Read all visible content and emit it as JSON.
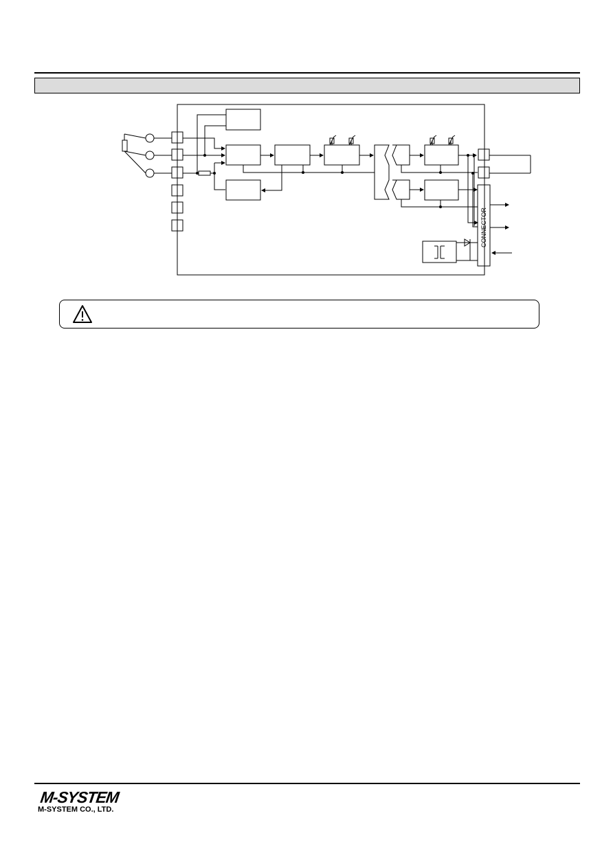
{
  "diagram": {
    "connector_label": "CONNECTOR"
  },
  "footer": {
    "logo_mark": "M-SYSTEM",
    "company_name": "M-SYSTEM CO., LTD."
  },
  "icons": {
    "warning": "warning-triangle-icon",
    "rheostat": "variable-resistor-icon",
    "diode": "diode-icon",
    "transformer": "transformer-icon"
  }
}
